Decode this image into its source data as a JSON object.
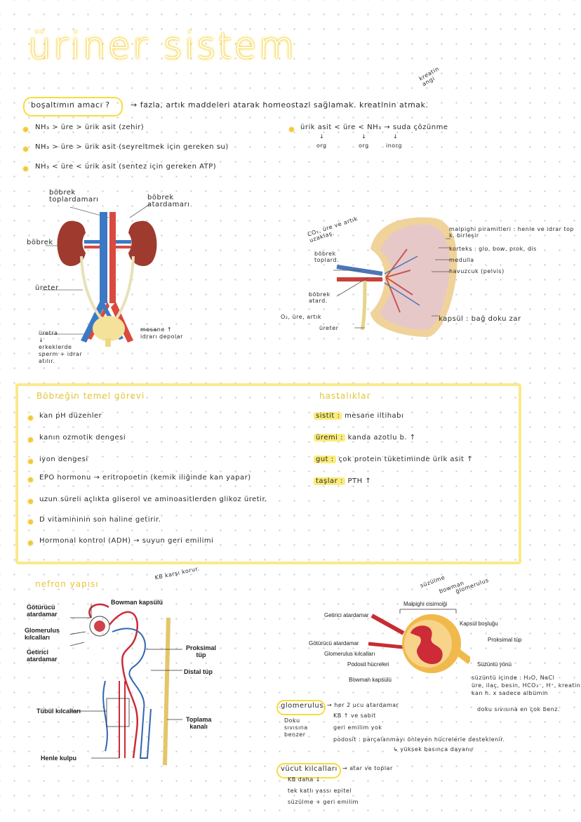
{
  "title": "üriner sistem",
  "intro": {
    "question": "boşaltımın amacı ?",
    "answer": "→ fazla, artık maddeleri atarak homeostazi sağlamak. kreatinin atmak.",
    "note": "kreatin\nangi",
    "items": [
      "NH₃ > üre > ürik asit (zehir)",
      "NH₃ > üre > ürik asit (seyreltmek için gereken su)",
      "NH₃ < üre < ürik asit (sentez için gereken ATP)"
    ],
    "solubility": "ürik asit < üre < NH₃ → suda çözünme",
    "solubility_sub": [
      "org",
      "org",
      "inorg"
    ]
  },
  "diagram1_labels": {
    "vein": "böbrek\ntoplardamarı",
    "artery": "böbrek\natardamarı",
    "kidney": "böbrek",
    "ureter": "üreter",
    "urethra": "üretra\n↓\nerkeklerde\nsperm + idrar\natılır.",
    "bladder": "mesane ↑\nidrarı depolar"
  },
  "diagram2_labels": {
    "co2": "CO₂, üre ve artık\nuzaklaş.",
    "vein": "böbrek\ntoplard.",
    "artery": "böbrek\natard.",
    "o2": "O₂, üre, artık",
    "ureter": "üreter",
    "malpighi": "malpighi piramitleri : henle ve idrar top k. birleşir",
    "korteks": "korteks : glo, bow, prok, dis",
    "medulla": "medulla",
    "havuzcuk": "havuzcuk (pelvis)",
    "kapsul": "kapsül : bağ doku zar"
  },
  "box": {
    "left_title": "Böbreğin temel görevi",
    "left_items": [
      "kan pH düzenler",
      "kanın ozmotik dengesi",
      "iyon dengesi",
      "EPO hormonu → eritropoetin (kemik iliğinde kan yapar)",
      "uzun süreli açlıkta gliserol ve aminoasitlerden glikoz üretir.",
      "D vitamininin son haline getirir.",
      "Hormonal kontrol (ADH) → suyun geri emilimi"
    ],
    "right_title": "hastalıklar",
    "right_items": [
      {
        "term": "sistit :",
        "desc": "mesane iltihabı"
      },
      {
        "term": "üremi :",
        "desc": "kanda azotlu b. ↑"
      },
      {
        "term": "gut :",
        "desc": "çok protein tüketiminde ürik asit ↑"
      },
      {
        "term": "taşlar :",
        "desc": "PTH ↑"
      }
    ]
  },
  "nefron": {
    "title": "nefron yapısı",
    "note": "KB karşı korur.",
    "labels": {
      "bowman": "Bowman kapsülü",
      "goturucu": "Götürücü\natardamar",
      "glomerulus": "Glomerulus\nkılcalları",
      "getirici": "Getirici\natardamar",
      "proksimal": "Proksimal\ntüp",
      "distal": "Distal tüp",
      "tubul": "Tübül kılcalları",
      "toplama": "Toplama\nkanalı",
      "henle": "Henle kulpu"
    }
  },
  "malpighi": {
    "top": "Malpighi cisimciği",
    "handwritten_top": [
      "süzülme",
      "bowman",
      "glomerulus"
    ],
    "labels": {
      "getirici": "Getirici atardamar",
      "goturucu": "Götürücü atardamar",
      "glom": "Glomerulus kılcalları",
      "podosit": "Podosit hücreleri",
      "bowman": "Bowman kapsülü",
      "kapsul": "Kapsül boşluğu",
      "proksimal": "Proksimal tüp",
      "yon": "Süzüntü yönü"
    },
    "suzuntu": "süzüntü içinde : H₂O, NaCl\nüre, ilaç, besin, HCO₃⁻, H⁺, kreatin\nkan h. x sadece albümin",
    "doku": "doku sıvısına en çok benz.",
    "glomerulus_title": "glomerulus",
    "glomerulus_lines": [
      "→ her 2 ucu atardamar",
      "KB ↑ ve sabit",
      "geri emilim yok",
      "podosit : parçalanmayı önleyen hücrelerle desteklenir."
    ],
    "glom_side": "Doku\nsıvısına\nbenzer",
    "podosit_sub": "↳ yüksek basınca dayanır",
    "vucut_title": "vücut kılcalları",
    "vucut_lines": [
      "→ atar ve toplar",
      "KB daha ↓",
      "tek katlı yassı epitel",
      "süzülme + geri emilim"
    ]
  }
}
